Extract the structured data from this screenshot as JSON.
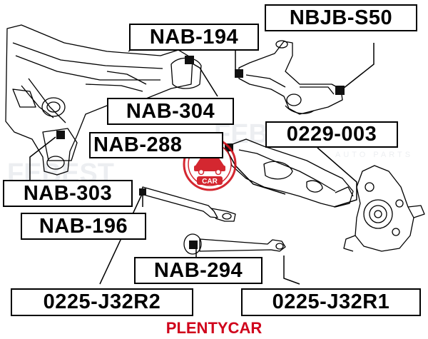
{
  "part_labels": [
    {
      "id": "nbjb-s50",
      "text": "NBJB-S50"
    },
    {
      "id": "nab-194",
      "text": "NAB-194"
    },
    {
      "id": "nab-304",
      "text": "NAB-304"
    },
    {
      "id": "0229-003",
      "text": "0229-003"
    },
    {
      "id": "nab-288",
      "text": "NAB-288"
    },
    {
      "id": "nab-303",
      "text": "NAB-303"
    },
    {
      "id": "nab-196",
      "text": "NAB-196"
    },
    {
      "id": "nab-294",
      "text": "NAB-294"
    },
    {
      "id": "0225-j32r2",
      "text": "0225-J32R2"
    },
    {
      "id": "0225-j32r1",
      "text": "0225-J32R1"
    }
  ],
  "watermark": {
    "brand": "FEBEST",
    "tagline": "AUTO PARTS",
    "badge_text": "CAR",
    "repeat_text": "PLENTYCAR"
  },
  "footer": {
    "text": "PLENTYCAR",
    "color": "#d0021b"
  },
  "colors": {
    "label_border": "#000000",
    "bushing": "#111111",
    "watermark_red": "#d0101a"
  }
}
